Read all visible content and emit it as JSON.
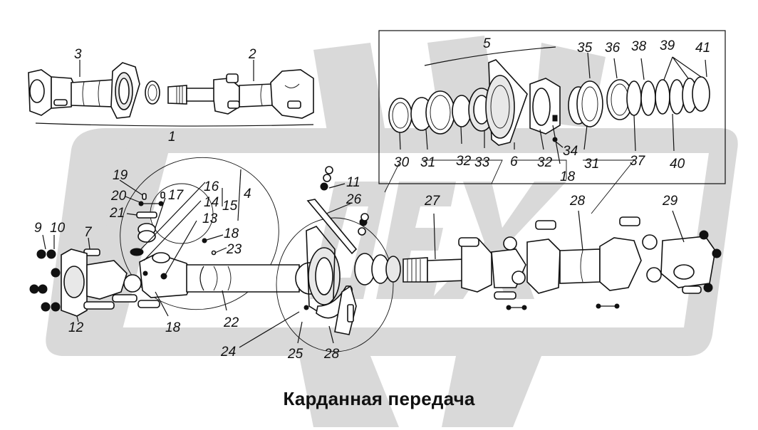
{
  "caption": "Карданная передача",
  "watermark": {
    "text": "OREX",
    "color": "#d9d9d9"
  },
  "callouts": {
    "c1": "1",
    "c2": "2",
    "c3": "3",
    "c4": "4",
    "c5": "5",
    "c6": "6",
    "c7": "7",
    "c9": "9",
    "c10": "10",
    "c11": "11",
    "c12": "12",
    "c13": "13",
    "c14": "14",
    "c15": "15",
    "c16": "16",
    "c17": "17",
    "c18a": "18",
    "c18b": "18",
    "c18c": "18",
    "c19": "19",
    "c20": "20",
    "c21": "21",
    "c22": "22",
    "c23": "23",
    "c24": "24",
    "c25": "25",
    "c26": "26",
    "c27": "27",
    "c28a": "28",
    "c28b": "28",
    "c29": "29",
    "c30": "30",
    "c31a": "31",
    "c31b": "31",
    "c32a": "32",
    "c32b": "32",
    "c33": "33",
    "c34": "34",
    "c35": "35",
    "c36": "36",
    "c37": "37",
    "c38": "38",
    "c39": "39",
    "c40": "40",
    "c41": "41"
  }
}
